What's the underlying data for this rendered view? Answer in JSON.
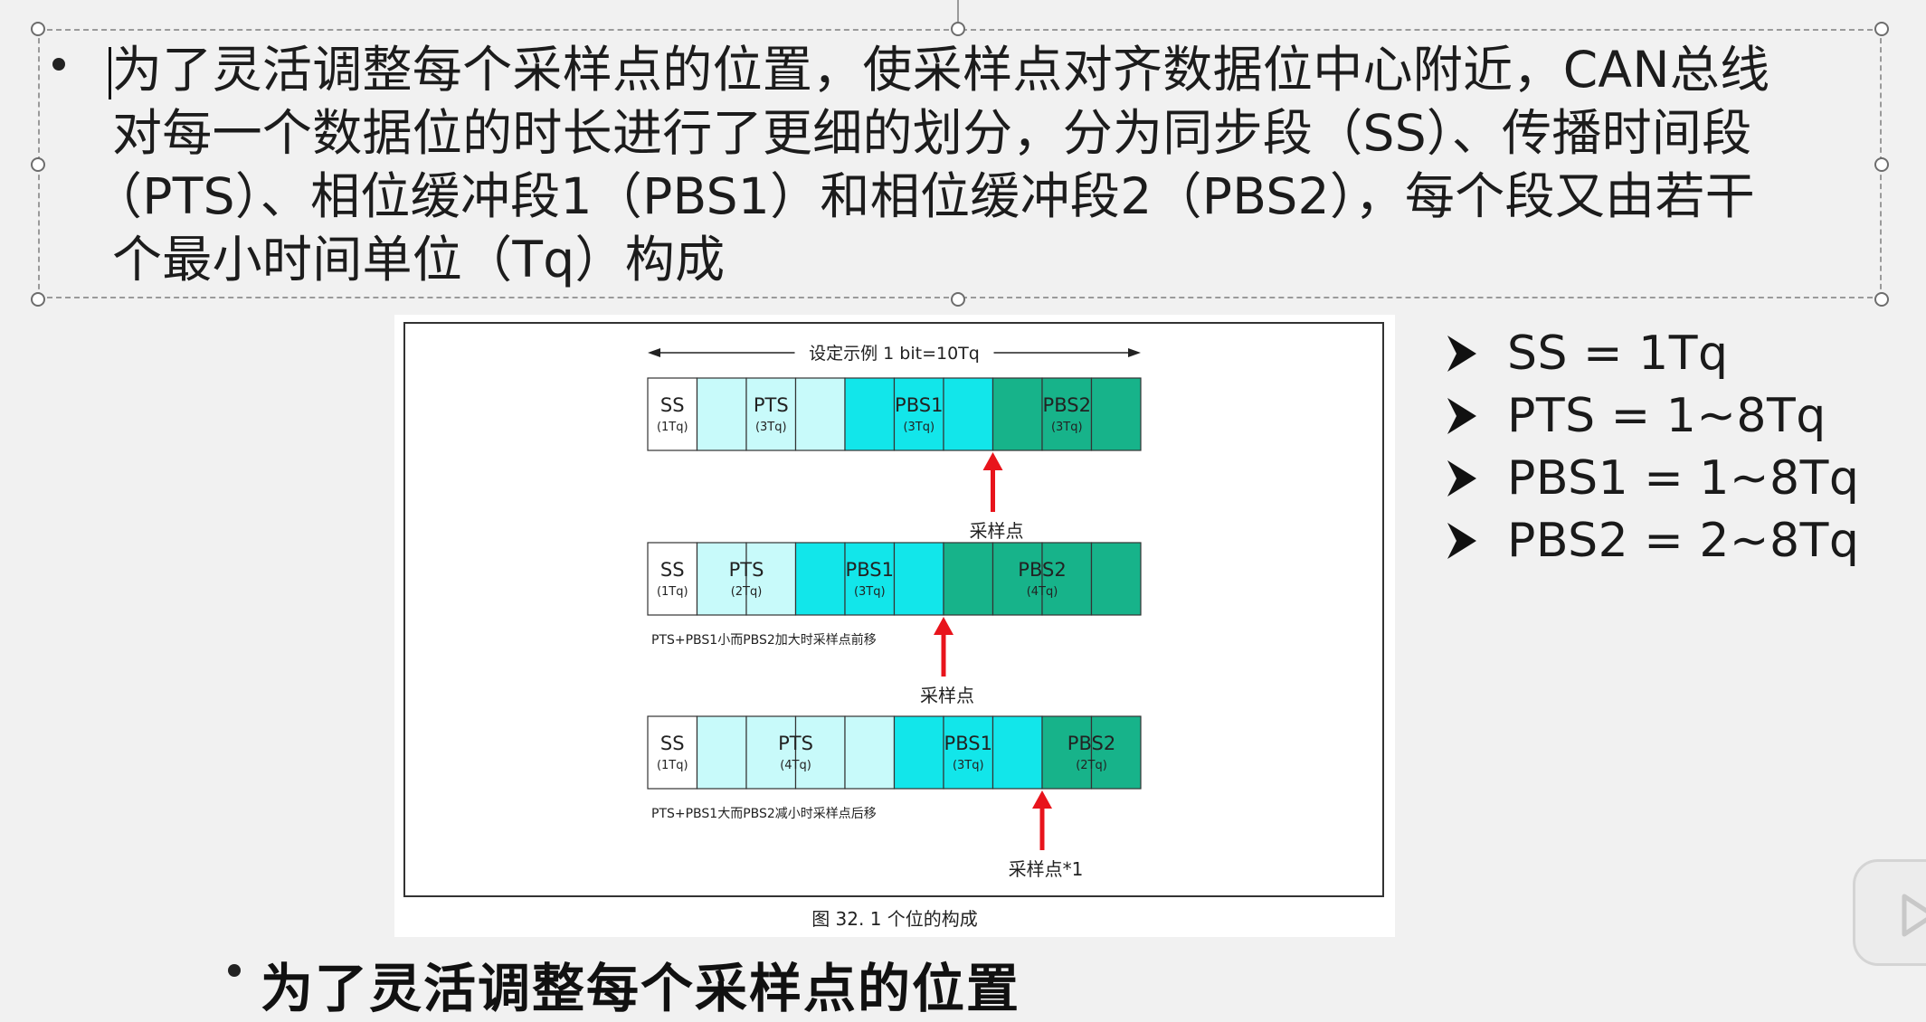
{
  "slide": {
    "paragraph_lines": [
      "为了灵活调整每个采样点的位置，使采样点对齐数据位中心附近，CAN总线",
      "对每一个数据位的时长进行了更细的划分，分为同步段（SS）、传播时间段",
      "（PTS）、相位缓冲段1（PBS1）和相位缓冲段2（PBS2），每个段又由若干",
      "个最小时间单位（Tq）构成"
    ],
    "params": [
      "SS = 1Tq",
      "PTS = 1~8Tq",
      "PBS1 = 1~8Tq",
      "PBS2 = 2~8Tq"
    ],
    "bottom_partial_text": "为了灵活调整每个采样点的位置"
  },
  "figure": {
    "header": "设定示例 1 bit=10Tq",
    "caption": "图 32.   1 个位的构成",
    "colors": {
      "ss": "#ffffff",
      "pts": "#c8fafa",
      "pbs1": "#12e6ea",
      "pbs2": "#17b38a",
      "arrow": "#e8141c"
    },
    "rows": [
      {
        "segments": [
          {
            "label": "SS",
            "sub": "(1Tq)",
            "type": "ss",
            "tq": 1
          },
          {
            "label": "PTS",
            "sub": "(3Tq)",
            "type": "pts",
            "tq": 3
          },
          {
            "label": "PBS1",
            "sub": "(3Tq)",
            "type": "pbs1",
            "tq": 3
          },
          {
            "label": "PBS2",
            "sub": "(3Tq)",
            "type": "pbs2",
            "tq": 3
          }
        ],
        "note": "",
        "sample_label": "采样点",
        "sample_at_tq": 7
      },
      {
        "segments": [
          {
            "label": "SS",
            "sub": "(1Tq)",
            "type": "ss",
            "tq": 1
          },
          {
            "label": "PTS",
            "sub": "(2Tq)",
            "type": "pts",
            "tq": 2
          },
          {
            "label": "PBS1",
            "sub": "(3Tq)",
            "type": "pbs1",
            "tq": 3
          },
          {
            "label": "PBS2",
            "sub": "(4Tq)",
            "type": "pbs2",
            "tq": 4
          }
        ],
        "note": "PTS+PBS1小而PBS2加大时采样点前移",
        "sample_label": "采样点",
        "sample_at_tq": 6
      },
      {
        "segments": [
          {
            "label": "SS",
            "sub": "(1Tq)",
            "type": "ss",
            "tq": 1
          },
          {
            "label": "PTS",
            "sub": "(4Tq)",
            "type": "pts",
            "tq": 4
          },
          {
            "label": "PBS1",
            "sub": "(3Tq)",
            "type": "pbs1",
            "tq": 3
          },
          {
            "label": "PBS2",
            "sub": "(2Tq)",
            "type": "pbs2",
            "tq": 2
          }
        ],
        "note": "PTS+PBS1大而PBS2减小时采样点后移",
        "sample_label": "采样点*1",
        "sample_at_tq": 8
      }
    ]
  }
}
